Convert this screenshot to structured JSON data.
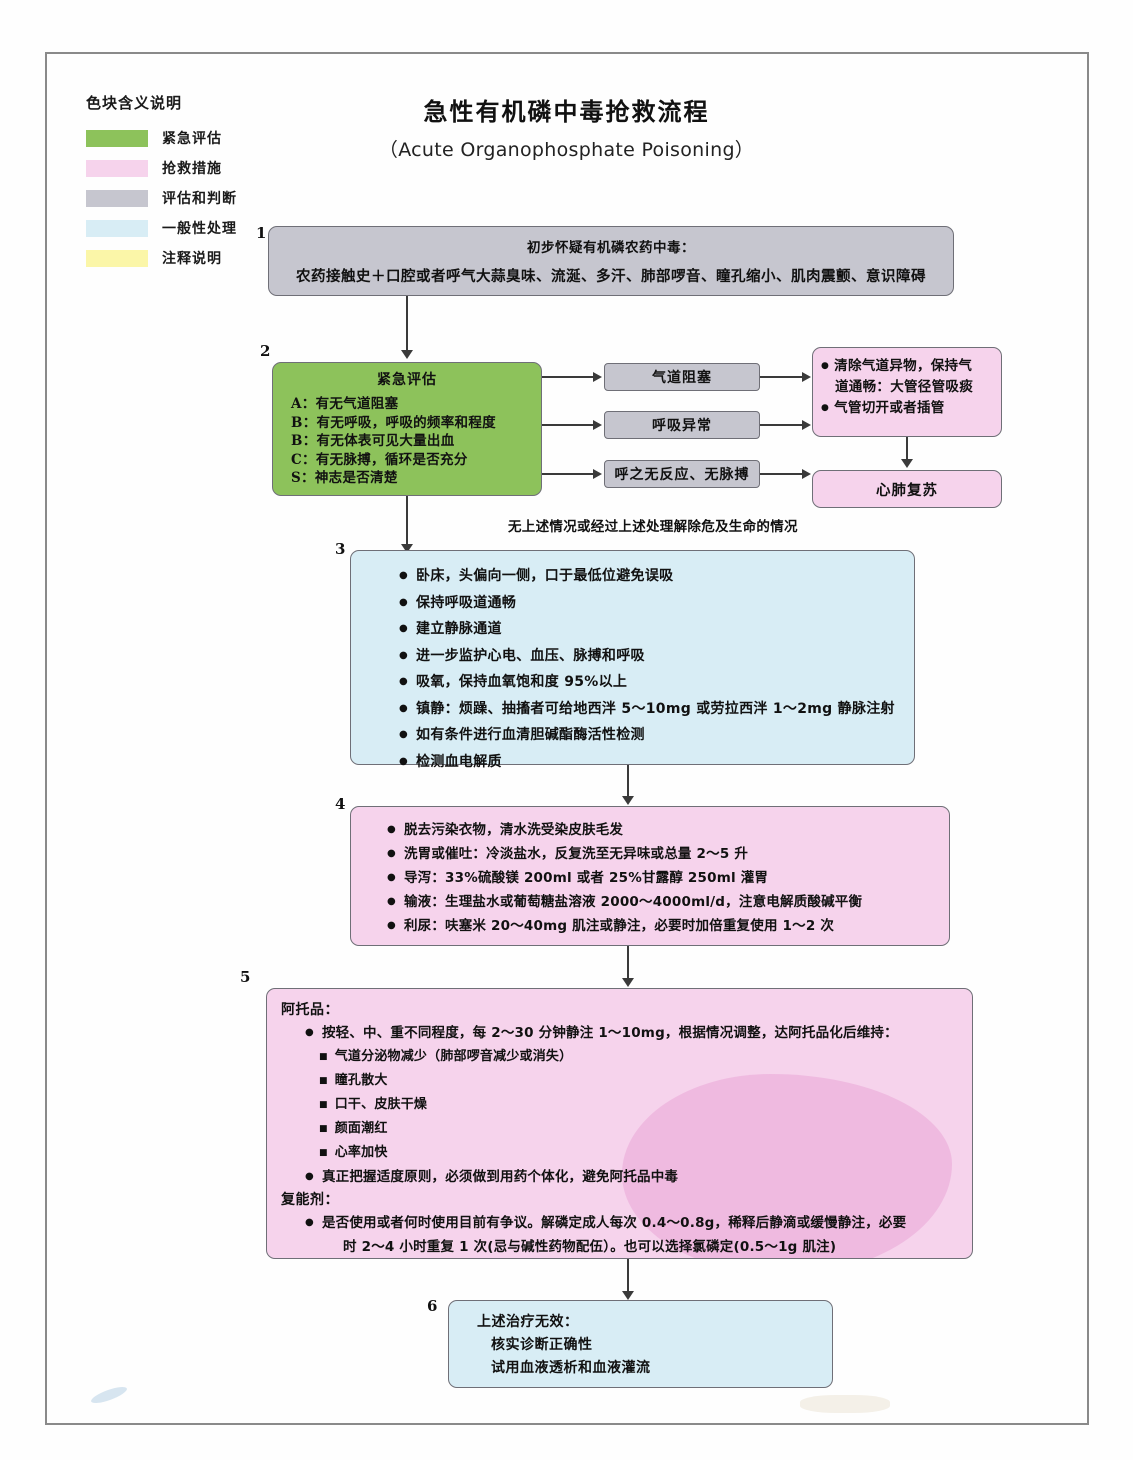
{
  "title": {
    "cn": "急性有机磷中毒抢救流程",
    "en": "（Acute Organophosphate Poisoning）"
  },
  "legend": {
    "title": "色块含义说明",
    "items": [
      {
        "label": "紧急评估",
        "color": "#8dc25b"
      },
      {
        "label": "抢救措施",
        "color": "#f6d3ec"
      },
      {
        "label": "评估和判断",
        "color": "#c6c6cf"
      },
      {
        "label": "一般性处理",
        "color": "#d8edf5"
      },
      {
        "label": "注释说明",
        "color": "#fbf6a8"
      }
    ]
  },
  "steps": {
    "n1": "1",
    "n2": "2",
    "n3": "3",
    "n4": "4",
    "n5": "5",
    "n6": "6"
  },
  "box1": {
    "line1": "初步怀疑有机磷农药中毒：",
    "line2": "农药接触史＋口腔或者呼气大蒜臭味、流涎、多汗、肺部啰音、瞳孔缩小、肌肉震颤、意识障碍"
  },
  "box2": {
    "heading": "紧急评估",
    "items": [
      {
        "key": "A：",
        "text": "有无气道阻塞"
      },
      {
        "key": "B：",
        "text": "有无呼吸，呼吸的频率和程度"
      },
      {
        "key": "B：",
        "text": "有无体表可见大量出血"
      },
      {
        "key": "C：",
        "text": "有无脉搏，循环是否充分"
      },
      {
        "key": "S：",
        "text": "神志是否清楚"
      }
    ]
  },
  "decisions": [
    "气道阻塞",
    "呼吸异常",
    "呼之无反应、无脉搏"
  ],
  "airway_actions": [
    "清除气道异物，保持气",
    "道通畅：大管径管吸痰",
    "气管切开或者插管"
  ],
  "cpr": "心肺复苏",
  "note1": "无上述情况或经过上述处理解除危及生命的情况",
  "box3": {
    "items": [
      "卧床，头偏向一侧，口于最低位避免误吸",
      "保持呼吸道通畅",
      "建立静脉通道",
      "进一步监护心电、血压、脉搏和呼吸",
      "吸氧，保持血氧饱和度 95%以上",
      "镇静：烦躁、抽搐者可给地西泮 5～10mg 或劳拉西泮 1～2mg 静脉注射",
      "如有条件进行血清胆碱酯酶活性检测",
      "检测血电解质"
    ]
  },
  "box4": {
    "items": [
      "脱去污染衣物，清水洗受染皮肤毛发",
      "洗胃或催吐：冷淡盐水，反复洗至无异味或总量 2～5 升",
      "导泻：33%硫酸镁 200ml 或者 25%甘露醇 250ml 灌胃",
      "输液：生理盐水或葡萄糖盐溶液 2000～4000ml/d，注意电解质酸碱平衡",
      "利尿：呋塞米 20～40mg 肌注或静注，必要时加倍重复使用 1～2 次"
    ]
  },
  "box5": {
    "heading1": "阿托品：",
    "bullet1": "按轻、中、重不同程度，每 2～30 分钟静注 1～10mg，根据情况调整，达阿托品化后维持：",
    "sub_items": [
      "气道分泌物减少（肺部啰音减少或消失）",
      "瞳孔散大",
      "口干、皮肤干燥",
      "颜面潮红",
      "心率加快"
    ],
    "bullet2": "真正把握适度原则，必须做到用药个体化，避免阿托品中毒",
    "heading2": "复能剂：",
    "bullet3_line1": "是否使用或者何时使用目前有争议。解磷定成人每次 0.4～0.8g，稀释后静滴或缓慢静注，必要",
    "bullet3_line2": "时 2～4 小时重复 1 次(忌与碱性药物配伍）。也可以选择氯磷定(0.5～1g 肌注)"
  },
  "box6": {
    "line1": "上述治疗无效：",
    "line2": "核实诊断正确性",
    "line3": "试用血液透析和血液灌流"
  }
}
